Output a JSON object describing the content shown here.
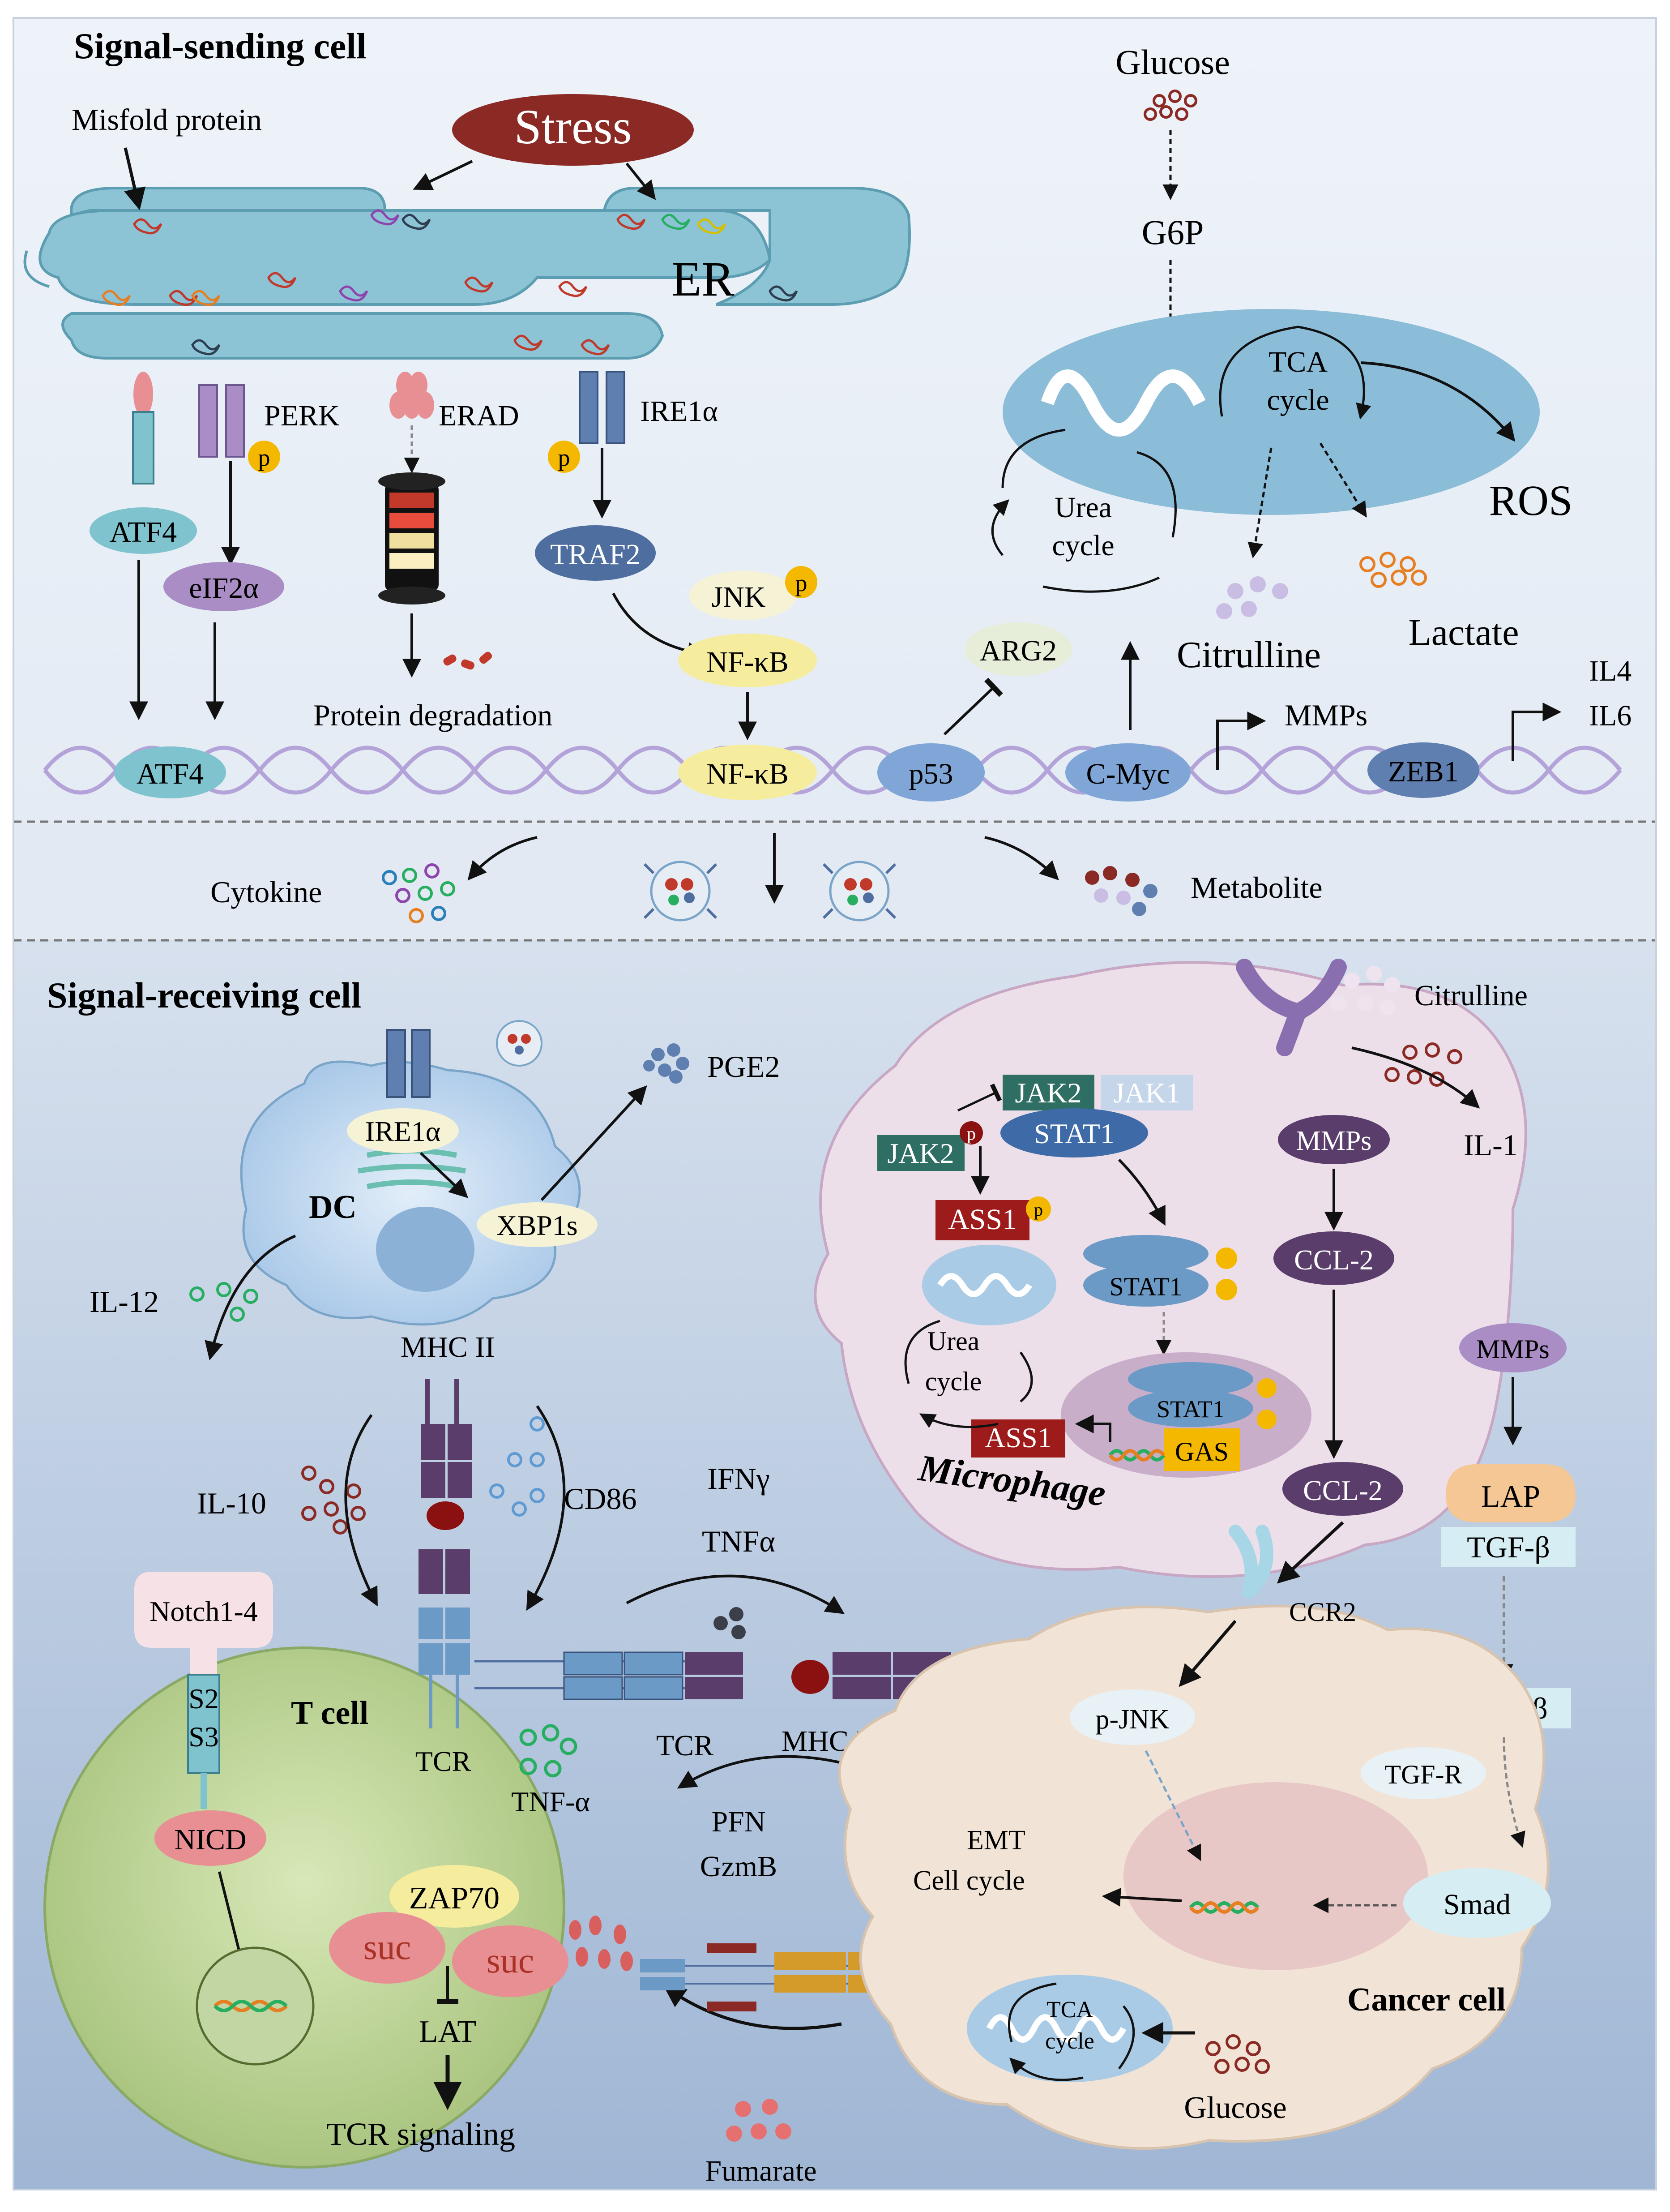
{
  "sections": {
    "sending": "Signal-sending cell",
    "receiving": "Signal-receiving cell"
  },
  "top": {
    "misfold": "Misfold protein",
    "stress": "Stress",
    "er": "ER",
    "perk": "PERK",
    "erad": "ERAD",
    "ire1a": "IRE1α",
    "atf4_1": "ATF4",
    "atf4_2": "ATF4",
    "eif2a": "eIF2α",
    "degradation": "Protein degradation",
    "traf2": "TRAF2",
    "jnk": "JNK",
    "nfkb_1": "NF-κB",
    "nfkb_2": "NF-κB",
    "glucose": "Glucose",
    "g6p": "G6P",
    "tca": "TCA",
    "cycle": "cycle",
    "ros": "ROS",
    "urea": "Urea",
    "urea_cycle": "cycle",
    "arg2": "ARG2",
    "citrulline": "Citrulline",
    "lactate": "Lactate",
    "p53": "p53",
    "cmyc": "C-Myc",
    "mmps": "MMPs",
    "zeb1": "ZEB1",
    "il4": "IL4",
    "il6": "IL6",
    "p": "p"
  },
  "middle": {
    "cytokine": "Cytokine",
    "metabolite": "Metabolite"
  },
  "dc": {
    "label": "DC",
    "ire1a": "IRE1α",
    "xbp1s": "XBP1s",
    "pge2": "PGE2",
    "il12": "IL-12",
    "mhc2": "MHC II",
    "il10": "IL-10",
    "cd86": "CD86"
  },
  "macrophage": {
    "label": "Microphage",
    "jak2_a": "JAK2",
    "jak1": "JAK1",
    "stat1_a": "STAT1",
    "jak2_b": "JAK2",
    "ass1_a": "ASS1",
    "stat1_b": "STAT1",
    "urea": "Urea",
    "cycle": "cycle",
    "stat1_c": "STAT1",
    "ass1_b": "ASS1",
    "gas": "GAS",
    "mmps": "MMPs",
    "ccl2_a": "CCL-2",
    "ccl2_b": "CCL-2",
    "citrulline": "Citrulline",
    "il1": "IL-1"
  },
  "right": {
    "mmps": "MMPs",
    "lap": "LAP",
    "tgfb_1": "TGF-β",
    "tgfb_2": "TGF-β",
    "tgfr": "TGF-R",
    "smad": "Smad"
  },
  "tcell": {
    "label": "T cell",
    "notch": "Notch1-4",
    "s2": "S2",
    "s3": "S3",
    "nicd": "NICD",
    "tcr": "TCR",
    "tnfa": "TNF-α",
    "zap70": "ZAP70",
    "suc1": "suc",
    "suc2": "suc",
    "lat": "LAT",
    "signaling": "TCR signaling",
    "ifng": "IFNγ",
    "tnfa2": "TNFα",
    "tcr2": "TCR",
    "mhc1": "MHC I",
    "pfn": "PFN",
    "gzmb": "GzmB",
    "fumarate": "Fumarate"
  },
  "cancer": {
    "label": "Cancer cell",
    "ccr2": "CCR2",
    "pjnk": "p-JNK",
    "emt": "EMT",
    "cellcycle": "Cell cycle",
    "tca": "TCA",
    "cycle": "cycle",
    "glucose": "Glucose"
  }
}
